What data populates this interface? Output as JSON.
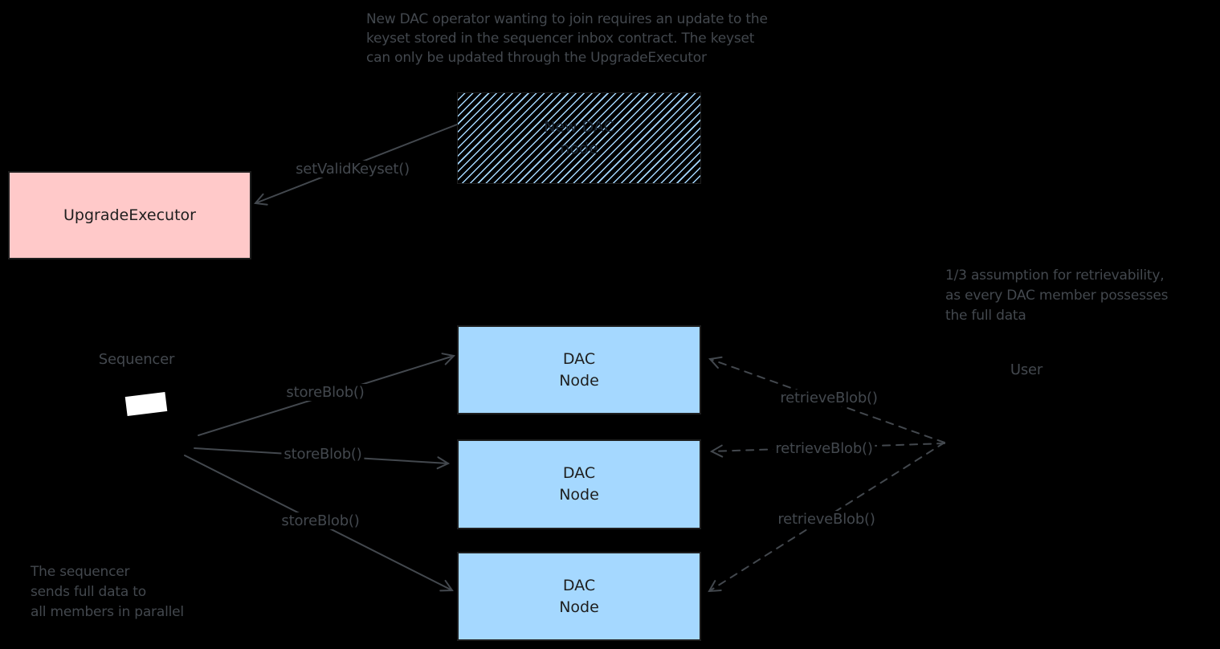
{
  "diagram": {
    "notes": {
      "top": "New DAC operator wanting to join requires an update to the\nkeyset stored in the sequencer inbox contract. The keyset\ncan only be updated through the UpgradeExecutor",
      "assumption": "1/3 assumption for retrievability,\nas every DAC member possesses\nthe full data",
      "sequencer": "The sequencer\nsends full data to\nall members in parallel"
    },
    "actors": {
      "sequencer_label": "Sequencer",
      "user_label": "User"
    },
    "boxes": {
      "upgrade_executor": {
        "label": "UpgradeExecutor"
      },
      "new_dac_node": {
        "line1": "New DAC",
        "line2": "node"
      },
      "dac_node_1": {
        "line1": "DAC",
        "line2": "Node"
      },
      "dac_node_2": {
        "line1": "DAC",
        "line2": "Node"
      },
      "dac_node_3": {
        "line1": "DAC",
        "line2": "Node"
      }
    },
    "edge_labels": {
      "set_valid_keyset": "setValidKeyset()",
      "store_blob_1": "storeBlob()",
      "store_blob_2": "storeBlob()",
      "store_blob_3": "storeBlob()",
      "retrieve_blob_1": "retrieveBlob()",
      "retrieve_blob_2": "retrieveBlob()",
      "retrieve_blob_3": "retrieveBlob()"
    },
    "colors": {
      "background": "#000000",
      "box_blue": "#a5d8ff",
      "box_pink": "#ffc9c9",
      "box_stroke": "#1e1e1e",
      "line_gray": "#43484e"
    }
  }
}
